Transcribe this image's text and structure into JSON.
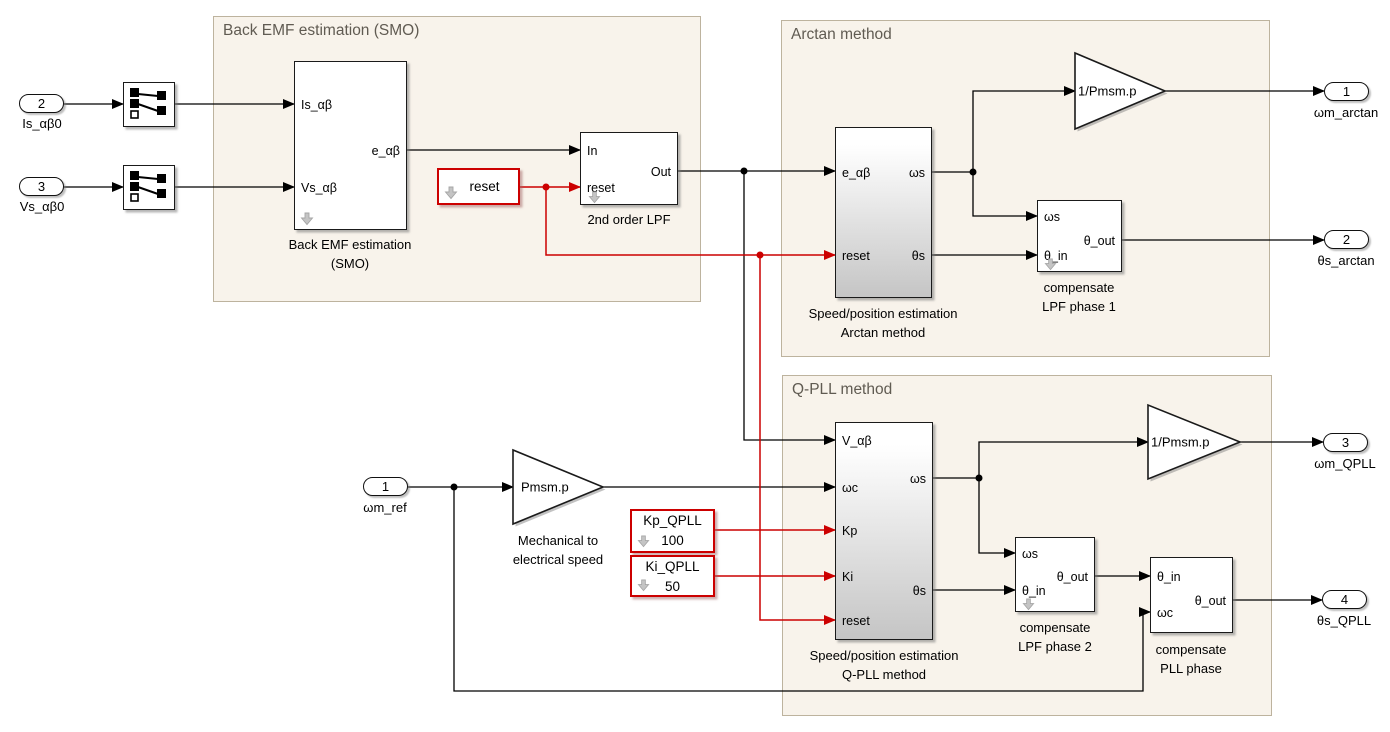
{
  "areas": {
    "back_emf": {
      "label": "Back EMF estimation (SMO)"
    },
    "arctan": {
      "label": "Arctan method"
    },
    "qpll": {
      "label": "Q-PLL method"
    }
  },
  "inports": {
    "is": {
      "num": "2",
      "label": "Is_αβ0"
    },
    "vs": {
      "num": "3",
      "label": "Vs_αβ0"
    },
    "wm_ref": {
      "num": "1",
      "label": "ωm_ref"
    }
  },
  "outports": {
    "wm_arctan": {
      "num": "1",
      "label": "ωm_arctan"
    },
    "ths_arctan": {
      "num": "2",
      "label": "θs_arctan"
    },
    "wm_qpll": {
      "num": "3",
      "label": "ωm_QPLL"
    },
    "ths_qpll": {
      "num": "4",
      "label": "θs_QPLL"
    }
  },
  "blocks": {
    "back_emf": {
      "name1": "Back EMF estimation",
      "name2": "(SMO)",
      "in1": "Is_αβ",
      "in2": "Vs_αβ",
      "out1": "e_αβ"
    },
    "lpf": {
      "name": "2nd order LPF",
      "in1": "In",
      "in2": "reset",
      "out1": "Out"
    },
    "arctan_est": {
      "name1": "Speed/position estimation",
      "name2": "Arctan method",
      "in1": "e_αβ",
      "in2": "reset",
      "out1": "ωs",
      "out2": "θs"
    },
    "comp_lpf1": {
      "name1": "compensate",
      "name2": "LPF phase 1",
      "in1": "ωs",
      "in2": "θ_in",
      "out1": "θ_out"
    },
    "qpll_est": {
      "name1": "Speed/position estimation",
      "name2": "Q-PLL method",
      "in1": "V_αβ",
      "in2": "ωc",
      "in3": "Kp",
      "in4": "Ki",
      "in5": "reset",
      "out1": "ωs",
      "out2": "θs"
    },
    "comp_lpf2": {
      "name1": "compensate",
      "name2": "LPF phase 2",
      "in1": "ωs",
      "in2": "θ_in",
      "out1": "θ_out"
    },
    "comp_pll": {
      "name1": "compensate",
      "name2": "PLL phase",
      "in1": "θ_in",
      "in2": "ωc",
      "out1": "θ_out"
    }
  },
  "gains": {
    "inv_pmsm_arctan": {
      "label": "1/Pmsm.p"
    },
    "mech2elec": {
      "label": "Pmsm.p",
      "caption1": "Mechanical to",
      "caption2": "electrical speed"
    },
    "inv_pmsm_qpll": {
      "label": "1/Pmsm.p"
    }
  },
  "tags": {
    "reset": {
      "label": "reset"
    },
    "kp": {
      "label": "Kp_QPLL",
      "value": "100"
    },
    "ki": {
      "label": "Ki_QPLL",
      "value": "50"
    }
  },
  "colors": {
    "highlight": "#cc0000",
    "area_bg": "#f8f3eb",
    "area_border": "#bdb39e"
  }
}
